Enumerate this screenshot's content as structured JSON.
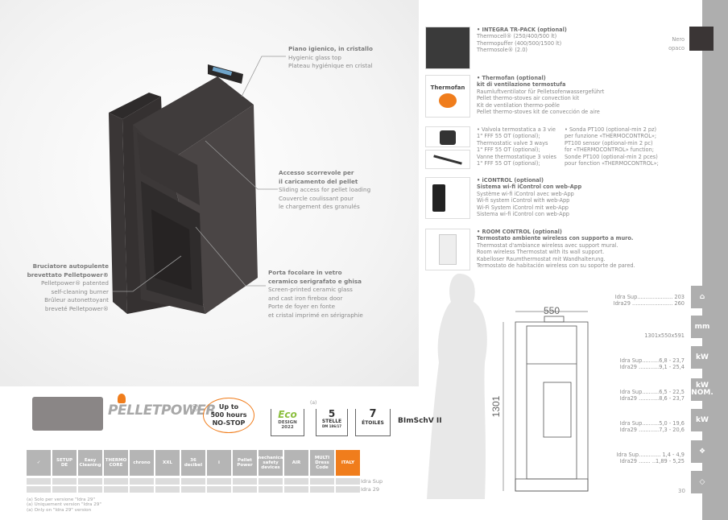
{
  "callouts": {
    "glass_top": {
      "title": "Piano igienico, in cristallo",
      "lines": [
        "Hygienic glass top",
        "Plateau hygiénique en cristal"
      ]
    },
    "sliding_access": {
      "title_lines": [
        "Accesso scorrevole per",
        "il caricamento del pellet"
      ],
      "lines": [
        "Sliding access for pellet loading",
        "Couvercle coulissant pour",
        "le chargement des granulés"
      ]
    },
    "burner": {
      "title_lines": [
        "Bruciatore autopulente",
        "brevettato Pelletpower®"
      ],
      "lines": [
        "Pelletpower® patented",
        "self-cleaning burner",
        "Brûleur autonettoyant",
        "breveté Pelletpower®"
      ]
    },
    "firebox_door": {
      "title_lines": [
        "Porta focolare in vetro",
        "ceramico serigrafato e ghisa"
      ],
      "lines": [
        "Screen-printed ceramic glass",
        "and cast iron firebox door",
        "Porte de foyer en fonte",
        "et cristal imprimé en sérigraphie"
      ]
    }
  },
  "color_option": {
    "label_lines": [
      "Nero",
      "opaco"
    ],
    "hex": "#3a3535"
  },
  "accessories": [
    {
      "icon": "tank-icon",
      "title": "• INTEGRA TR-PACK (optional)",
      "subtitle": "",
      "lines": [
        "Thermocell® (250/400/500 lt)",
        "Thermopuffer (400/500/1500 lt)",
        "Thermosole® (2.0)"
      ]
    },
    {
      "icon": "thermofan-icon",
      "thumb_label": "Thermofan",
      "title": "• Thermofan (optional)",
      "subtitle": "kit di ventilazione termostufa",
      "lines": [
        "Raumluftventilator für Pelletsofenwassergeführt",
        "Pellet thermo-stoves air convection kit",
        "Kit de ventilation thermo-poêle",
        "Pellet thermo-stoves kit de convección de aire"
      ]
    },
    {
      "icon": "valve-icon",
      "title": "",
      "subtitle": "",
      "col1": [
        "• Valvola termostatica a 3 vie",
        "1\" FFF 55 OT (optional);",
        "Thermostatic valve 3 ways",
        "1\" FFF 55 OT (optional);",
        "Vanne thermostatique 3 voies",
        "1\" FFF 55 OT (optional);"
      ],
      "col2": [
        "• Sonda PT100 (optional-min 2 pz)",
        "per funzione «THERMOCONTROL»;",
        "PT100 sensor (optional-min 2 pc)",
        "for «THERMOCONTROL» function;",
        "Sonde PT100 (optional-min 2 pces)",
        "pour fonction «THERMOCONTROL»;"
      ]
    },
    {
      "icon": "smartphone-icon",
      "title": "• iCONTROL (optional)",
      "subtitle": "Sistema wi-fi iControl con web-App",
      "lines": [
        "Système wi-fi iControl avec web-App",
        "Wi-fi system iControl with web-App",
        "Wi-Fi System iControl mit web-App",
        "Sistema wi-fi iControl con web-App"
      ]
    },
    {
      "icon": "room-thermostat-icon",
      "title": "• ROOM CONTROL (optional)",
      "subtitle": "Termostato ambiente wireless con supporto a muro.",
      "lines": [
        "Thermostat d'ambiance wireless avec support mural.",
        "Room wireless Thermostat with its wall support.",
        "Kabelloser Raumthermostat mit Wandhalterung.",
        "Termostato de habitación wireless con su soporte de pared."
      ]
    }
  ],
  "drawing": {
    "width_label": "550",
    "height_label": "1301"
  },
  "specs": [
    {
      "icon": "house-icon",
      "icon_text": "⌂",
      "text": "Idra Sup..................... 203\nIdra29 ........................ 260"
    },
    {
      "icon": "dimensions-icon",
      "icon_text": "mm",
      "text": "1301x550x591"
    },
    {
      "icon": "power-kw-icon",
      "icon_text": "kW",
      "text": "Idra Sup..........6,8 - 23,7\nIdra29 ............9,1 - 25,4"
    },
    {
      "icon": "nominal-power-icon",
      "icon_text": "kW NOM.",
      "text": "Idra Sup..........6,5 - 22,5\nIdra29 ............8,6 - 23,7"
    },
    {
      "icon": "water-kw-icon",
      "icon_text": "kW",
      "text": "Idra Sup..........5,0 - 19,6\nIdra29 ............7,3 - 20,6"
    },
    {
      "icon": "pellet-consumption-icon",
      "icon_text": "❖",
      "text": "Idra Sup............. 1,4 - 4,9\nIdra29 ....... ..1,89 - 5,25"
    },
    {
      "icon": "volume-icon",
      "icon_text": "◇",
      "text": ""
    }
  ],
  "page_number": "30",
  "logos": {
    "pelletpower": "PELLETPOWER",
    "registered": "®",
    "nonstop": [
      "Up to",
      "500 hours",
      "NO-STOP"
    ],
    "ecodesign": [
      "Eco",
      "DESIGN",
      "2022"
    ],
    "footnote_marker": "(a)",
    "stelle": [
      "5",
      "STELLE",
      "DM 186/17"
    ],
    "etoiles": [
      "7",
      "ÉTOILES"
    ],
    "bimschv": "BImSchV II"
  },
  "feature_icons": [
    {
      "name": "safety-icon",
      "label": "✓"
    },
    {
      "name": "setup-de-icon",
      "label": "SETUP DE"
    },
    {
      "name": "easy-cleaning-icon",
      "label": "Easy Cleaning"
    },
    {
      "name": "thermo-core-icon",
      "label": "THERMO CORE"
    },
    {
      "name": "chrono-icon",
      "label": "chrono"
    },
    {
      "name": "xxl-icon",
      "label": "XXL"
    },
    {
      "name": "decibel-icon",
      "label": "36 decibel"
    },
    {
      "name": "info-icon",
      "label": "i"
    },
    {
      "name": "pellet-power-icon",
      "label": "Pellet Power"
    },
    {
      "name": "safety-device-icon",
      "label": "mechanical safety devices"
    },
    {
      "name": "air-icon",
      "label": "AIR"
    },
    {
      "name": "multi-dress-code-icon",
      "label": "MULTI Dress Code"
    },
    {
      "name": "italy-icon",
      "label": "ITALY"
    }
  ],
  "availability_rows": [
    "Idra Sup",
    "Idra 29"
  ],
  "footnotes": [
    "(a) Solo per versione \"Idra 29\"",
    "(a) Uniquement version \"Idra 29\"",
    "(a) Only on \"Idra 29\" version"
  ],
  "colors": {
    "accent_orange": "#f07d1c",
    "strip_gray": "#aeaeae",
    "eco_green": "#8cbf3f"
  }
}
